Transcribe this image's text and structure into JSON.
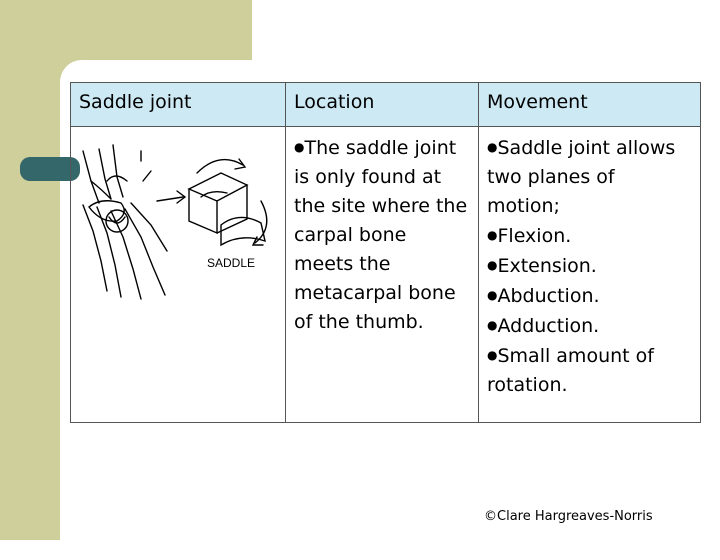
{
  "table": {
    "headers": [
      "Saddle joint",
      "Location",
      "Movement"
    ],
    "location_bullet": "●",
    "location_text": "The saddle joint is only found at the site where the carpal bone meets the metacarpal bone of the thumb.",
    "movement_intro": "Saddle joint allows two planes of motion;",
    "movement_items": [
      "Flexion.",
      "Extension.",
      "Abduction.",
      "Adduction.",
      "Small amount of rotation."
    ],
    "illustration_label": "SADDLE"
  },
  "footer": {
    "copyright": "©Clare Hargreaves-Norris"
  }
}
